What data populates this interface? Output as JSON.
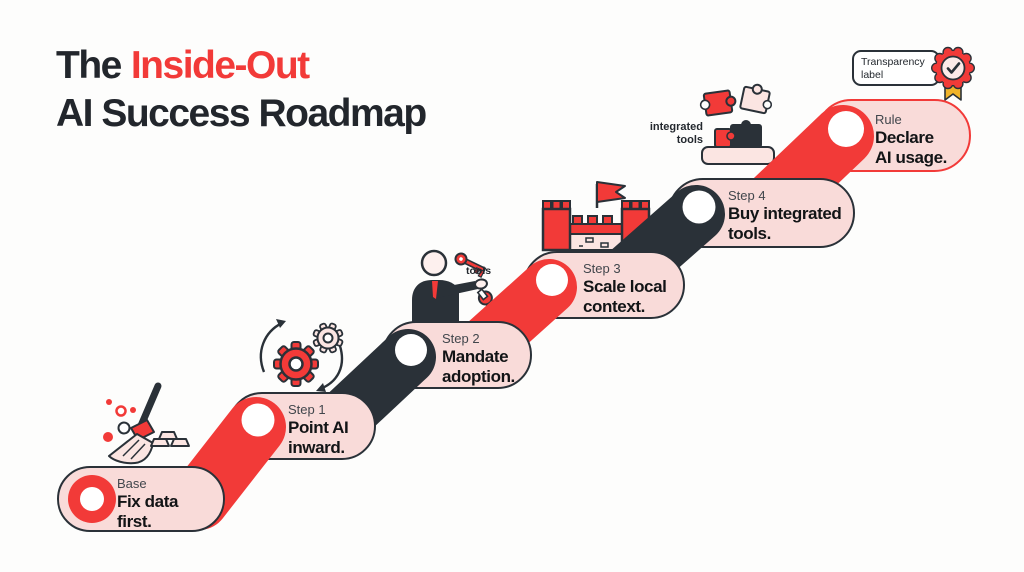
{
  "title": {
    "part1": "The",
    "highlight": "Inside-Out",
    "line2": "AI Success Roadmap"
  },
  "steps": [
    {
      "id": "base",
      "label": "Base",
      "line1": "Fix data",
      "line2": "first."
    },
    {
      "id": "step1",
      "label": "Step 1",
      "line1": "Point AI",
      "line2": "inward."
    },
    {
      "id": "step2",
      "label": "Step 2",
      "line1": "Mandate",
      "line2": "adoption."
    },
    {
      "id": "step3",
      "label": "Step 3",
      "line1": "Scale local",
      "line2": "context."
    },
    {
      "id": "step4",
      "label": "Step 4",
      "line1": "Buy integrated",
      "line2": "tools."
    },
    {
      "id": "rule",
      "label": "Rule",
      "line1": "Declare",
      "line2": "AI usage."
    }
  ],
  "annotations": {
    "tools": "tools",
    "integrated_line1": "integrated",
    "integrated_line2": "tools",
    "transparency_line1": "Transparency",
    "transparency_line2": "label"
  },
  "icons": {
    "base": "broom-sweep-icon",
    "step1": "gears-cycle-icon",
    "step2": "person-tools-icon",
    "step3": "castle-icon",
    "step4": "puzzle-pieces-icon",
    "rule": "transparency-badge-icon"
  },
  "colors": {
    "red": "#f23a38",
    "dark": "#2a3138",
    "pink": "#f9dbd9",
    "pink_light": "#fbe5e2",
    "gold": "#f0b32a",
    "background": "#fdfdfc",
    "text": "#121416",
    "label_text": "#41464c"
  }
}
